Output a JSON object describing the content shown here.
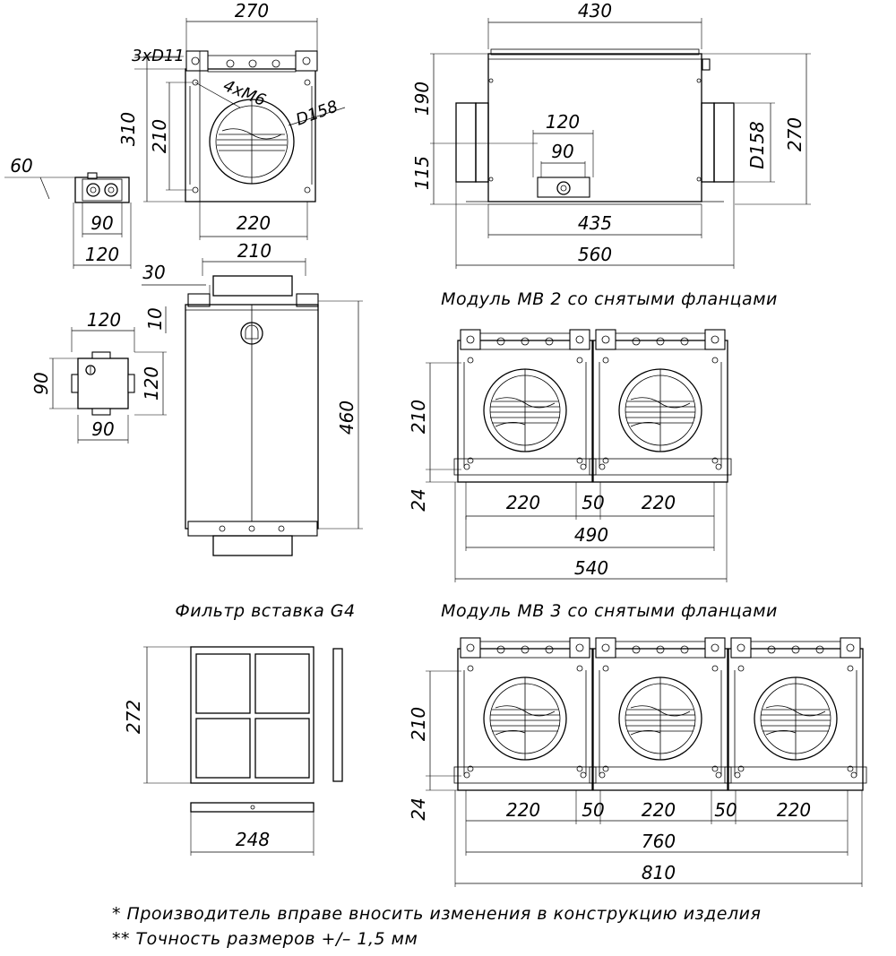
{
  "views": {
    "front": {
      "width": "270",
      "holes_label": "3xD11",
      "screws_label": "4xM6",
      "height": "310",
      "inner_height": "210",
      "duct_diameter": "D158",
      "base_width": "220"
    },
    "side": {
      "length": "430",
      "upper_height": "190",
      "lower_height": "115",
      "total_height": "270",
      "duct_diameter": "D158",
      "box_width": "120",
      "box_inner": "90",
      "inner_length": "435",
      "total_length": "560"
    },
    "junction_small": {
      "offset": "60",
      "inner": "90",
      "outer": "120"
    },
    "top": {
      "duct_width": "210",
      "flange": "30",
      "lip": "10",
      "length": "460"
    },
    "junction_box": {
      "top": "120",
      "left": "90",
      "right": "120",
      "bottom": "90"
    },
    "module2": {
      "title": "Модуль МВ 2 со снятыми фланцами",
      "height": "210",
      "base": "24",
      "unit1": "220",
      "gap": "50",
      "unit2": "220",
      "inner_total": "490",
      "total": "540"
    },
    "filter": {
      "title": "Фильтр вставка G4",
      "height": "272",
      "width": "248"
    },
    "module3": {
      "title": "Модуль МВ 3 со снятыми фланцами",
      "height": "210",
      "base": "24",
      "unit1": "220",
      "gap1": "50",
      "unit2": "220",
      "gap2": "50",
      "unit3": "220",
      "inner_total": "760",
      "total": "810"
    }
  },
  "notes": [
    "* Производитель вправе вносить изменения в конструкцию изделия",
    "** Точность размеров +/– 1,5 мм"
  ]
}
